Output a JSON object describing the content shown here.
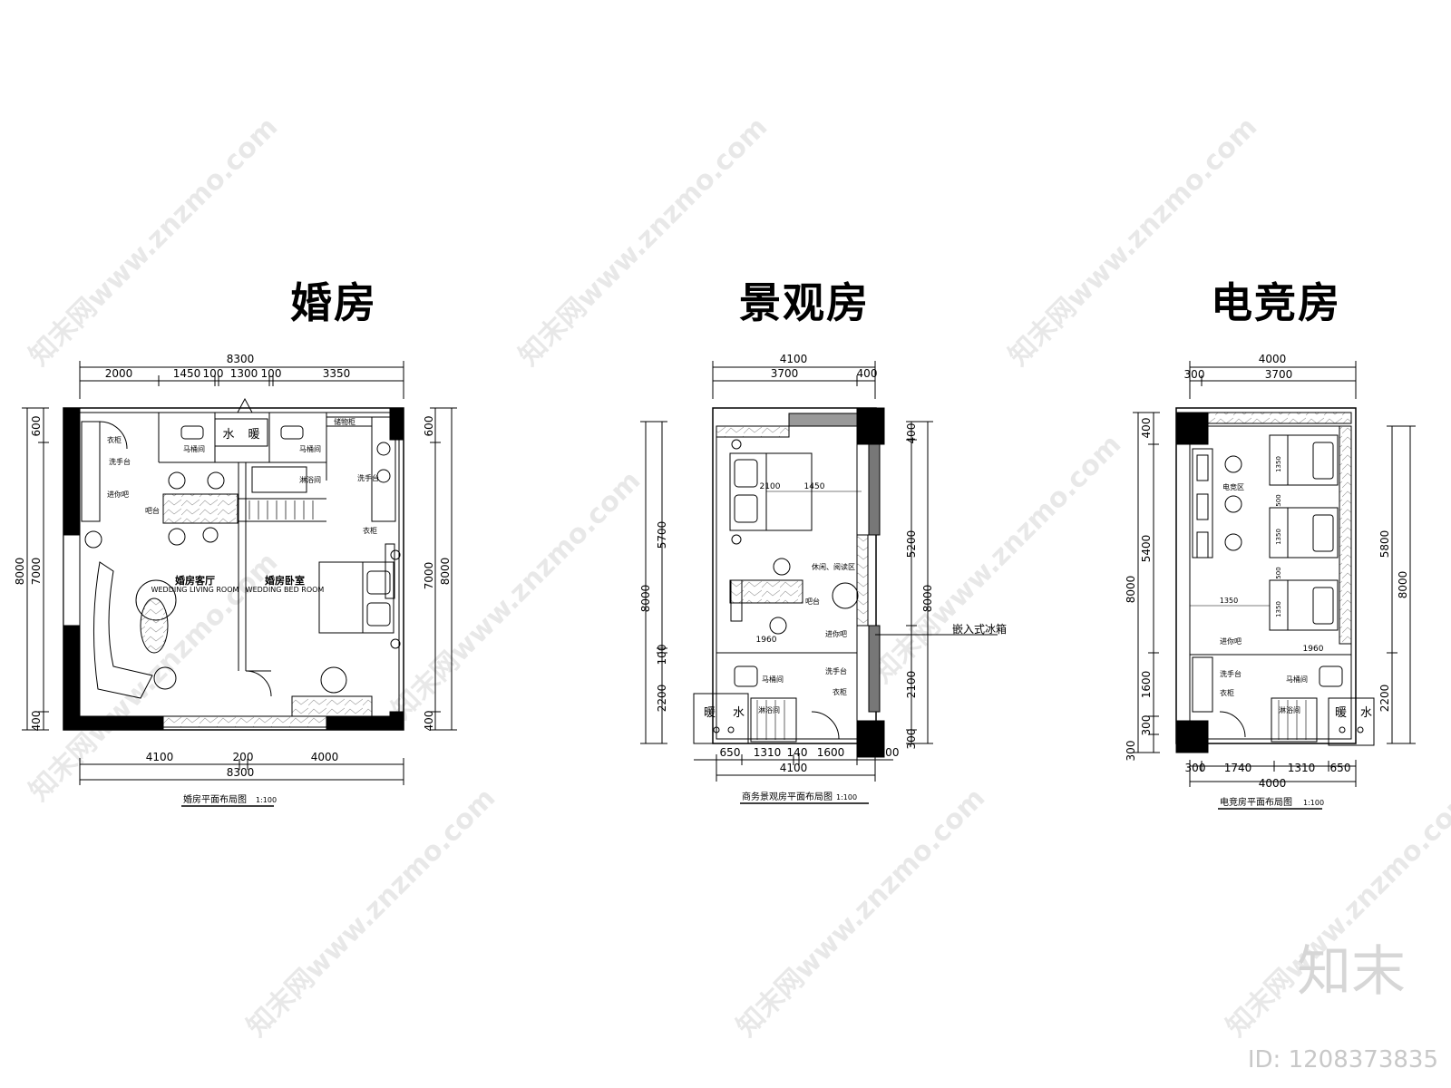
{
  "headings": {
    "wedding": "婚房",
    "view": "景观房",
    "esports": "电竞房"
  },
  "watermark": "知末网www.znzmo.com",
  "brand": "知末",
  "image_id": "ID: 1208373835",
  "wedding_plan": {
    "top_total": "8300",
    "top_segments": [
      "2000",
      "1450",
      "100",
      "1300",
      "100",
      "3350"
    ],
    "bottom_segments": [
      "4100",
      "200",
      "4000"
    ],
    "bottom_total": "8300",
    "left_dims": [
      "8000",
      "7000",
      "600",
      "400"
    ],
    "right_dims": [
      "600",
      "7000",
      "8000",
      "400"
    ],
    "room_living": "婚房客厅",
    "room_living_en": "WEDDING LIVING ROOM",
    "room_bed": "婚房卧室",
    "room_bed_en": "WEDDING BED ROOM",
    "water": "水",
    "heat": "暖",
    "toilet1": "马桶间",
    "toilet2": "马桶间",
    "shower": "淋浴间",
    "storage": "储物柜",
    "wash": "洗手台",
    "wash2": "洗手台",
    "bar": "吧台",
    "wardrobe": "衣柜",
    "wardrobe2": "衣柜",
    "fridge": "进你吧",
    "caption": "婚房平面布局图",
    "scale": "1:100"
  },
  "view_plan": {
    "top_total": "4100",
    "top_segments": [
      "3700",
      "400"
    ],
    "bottom_segments": [
      "650",
      "1310",
      "140",
      "1600",
      "400"
    ],
    "bottom_total": "4100",
    "left_dims": [
      "8000",
      "5700",
      "100",
      "2200"
    ],
    "right_dims": [
      "400",
      "5200",
      "8000",
      "2100",
      "300"
    ],
    "inner_dims": [
      "2100",
      "1450",
      "1960"
    ],
    "leisure": "休闲、阅读区",
    "bar": "吧台",
    "fridge_label": "嵌入式冰箱",
    "minibar": "进你吧",
    "wash": "洗手台",
    "wardrobe": "衣柜",
    "toilet": "马桶间",
    "shower": "淋浴间",
    "heat": "暖",
    "water": "水",
    "caption": "商务景观房平面布局图",
    "scale": "1:100"
  },
  "esports_plan": {
    "top_total": "4000",
    "top_segments": [
      "300",
      "3700"
    ],
    "bottom_segments": [
      "300",
      "1740",
      "1310",
      "650"
    ],
    "bottom_total": "4000",
    "left_dims": [
      "8000",
      "5400",
      "1600",
      "300",
      "300",
      "400"
    ],
    "right_dims": [
      "5800",
      "8000",
      "2200"
    ],
    "inner_dims": [
      "1350",
      "1960",
      "1350",
      "1350",
      "1350",
      "500",
      "500"
    ],
    "zone": "电竞区",
    "minibar": "进你吧",
    "wash": "洗手台",
    "wardrobe": "衣柜",
    "toilet": "马桶间",
    "shower": "淋浴间",
    "heat": "暖",
    "water": "水",
    "caption": "电竞房平面布局图",
    "scale": "1:100"
  }
}
